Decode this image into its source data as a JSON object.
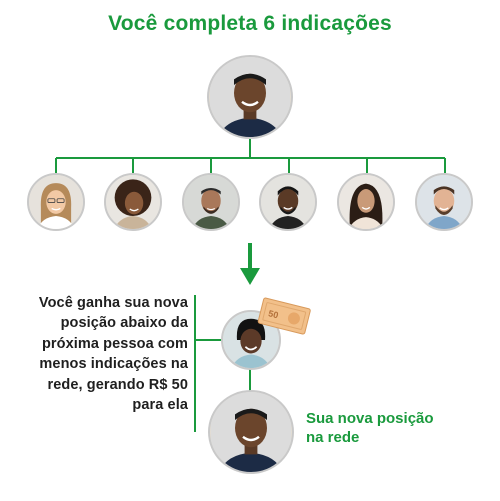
{
  "title": "Você completa 6 indicações",
  "description": "Você ganha sua nova posição abaixo da próxima pessoa com menos indicações na rede, gerando R$ 50 para ela",
  "new_position_label": "Sua nova posição na rede",
  "colors": {
    "brand_green": "#1a9a3d",
    "text": "#1f1f1f",
    "avatar_border": "#c9c9c9"
  },
  "icons": [
    "down-arrow-icon",
    "banknote-icon"
  ]
}
